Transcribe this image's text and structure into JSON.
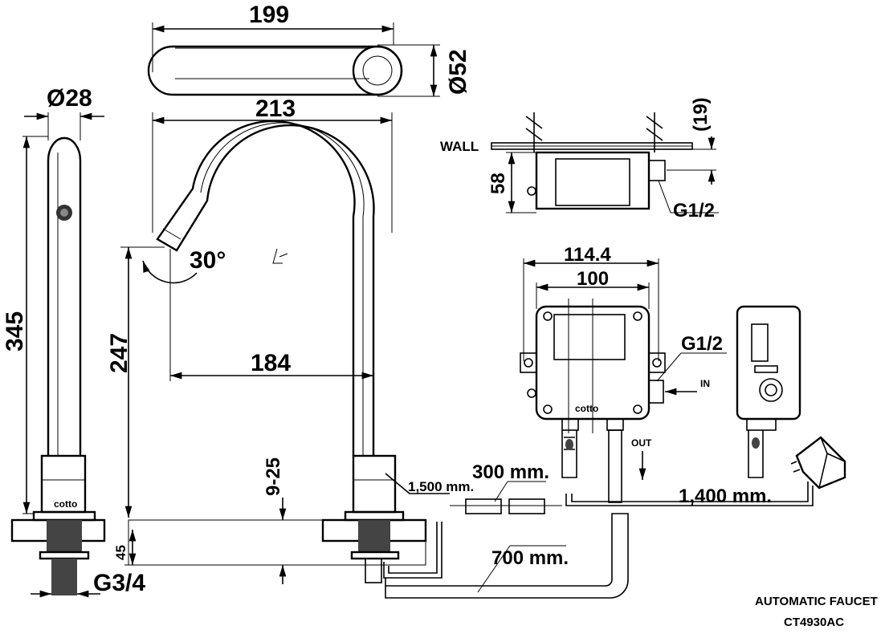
{
  "drawing": {
    "title": "AUTOMATIC FAUCET",
    "model": "CT4930AC"
  },
  "dimensions": {
    "spout_length": "199",
    "spout_diameter": "Ø52",
    "spout_reach": "213",
    "body_diameter": "Ø28",
    "total_height": "345",
    "outlet_height": "247",
    "spout_angle": "30°",
    "center_distance": "184",
    "deck_thickness": "9-25",
    "counter_depth": "45",
    "thread": "G3/4",
    "box_depth": "58",
    "wall_gap": "(19)",
    "inlet_thread_top": "G1/2",
    "box_width_outer": "114.4",
    "box_width_inner": "100",
    "inlet_thread_side": "G1/2",
    "sensor_cable": "1,500 mm.",
    "adapter_cable": "300 mm.",
    "hose_length": "700 mm.",
    "power_cable": "1,400 mm."
  },
  "labels": {
    "wall": "WALL",
    "inlet": "IN",
    "outlet": "OUT",
    "brand": "cotto"
  }
}
